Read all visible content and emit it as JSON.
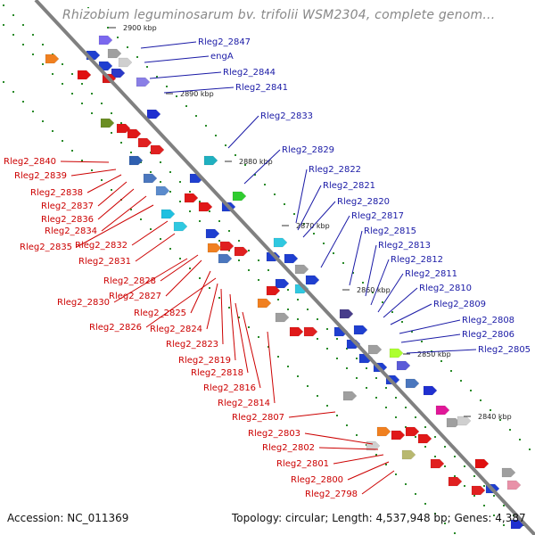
{
  "title": "Rhizobium leguminosarum bv. trifolii WSM2304, complete genom...",
  "footer": {
    "accession": "Accession: NC_011369",
    "summary": "Topology: circular; Length: 4,537,948 bp; Genes: 4,387"
  },
  "colors": {
    "forward_label": "#1a1aa6",
    "reverse_label": "#cc0000",
    "backbone": "#808080",
    "tick": "#2a8a2a"
  },
  "ticks": [
    "2900 kbp",
    "2890 kbp",
    "2880 kbp",
    "2870 kbp",
    "2860 kbp",
    "2850 kbp",
    "2840 kbp"
  ],
  "forward_labels": [
    "Rleg2_2847",
    "engA",
    "Rleg2_2844",
    "Rleg2_2841",
    "Rleg2_2833",
    "Rleg2_2829",
    "Rleg2_2822",
    "Rleg2_2821",
    "Rleg2_2820",
    "Rleg2_2817",
    "Rleg2_2815",
    "Rleg2_2813",
    "Rleg2_2812",
    "Rleg2_2811",
    "Rleg2_2810",
    "Rleg2_2809",
    "Rleg2_2808",
    "Rleg2_2806",
    "Rleg2_2805"
  ],
  "reverse_labels": [
    "Rleg2_2840",
    "Rleg2_2839",
    "Rleg2_2838",
    "Rleg2_2837",
    "Rleg2_2836",
    "Rleg2_2834",
    "Rleg2_2835",
    "Rleg2_2832",
    "Rleg2_2831",
    "Rleg2_2828",
    "Rleg2_2827",
    "Rleg2_2830",
    "Rleg2_2825",
    "Rleg2_2826",
    "Rleg2_2824",
    "Rleg2_2823",
    "Rleg2_2819",
    "Rleg2_2818",
    "Rleg2_2816",
    "Rleg2_2814",
    "Rleg2_2807",
    "Rleg2_2803",
    "Rleg2_2802",
    "Rleg2_2801",
    "Rleg2_2800",
    "Rleg2_2798"
  ]
}
